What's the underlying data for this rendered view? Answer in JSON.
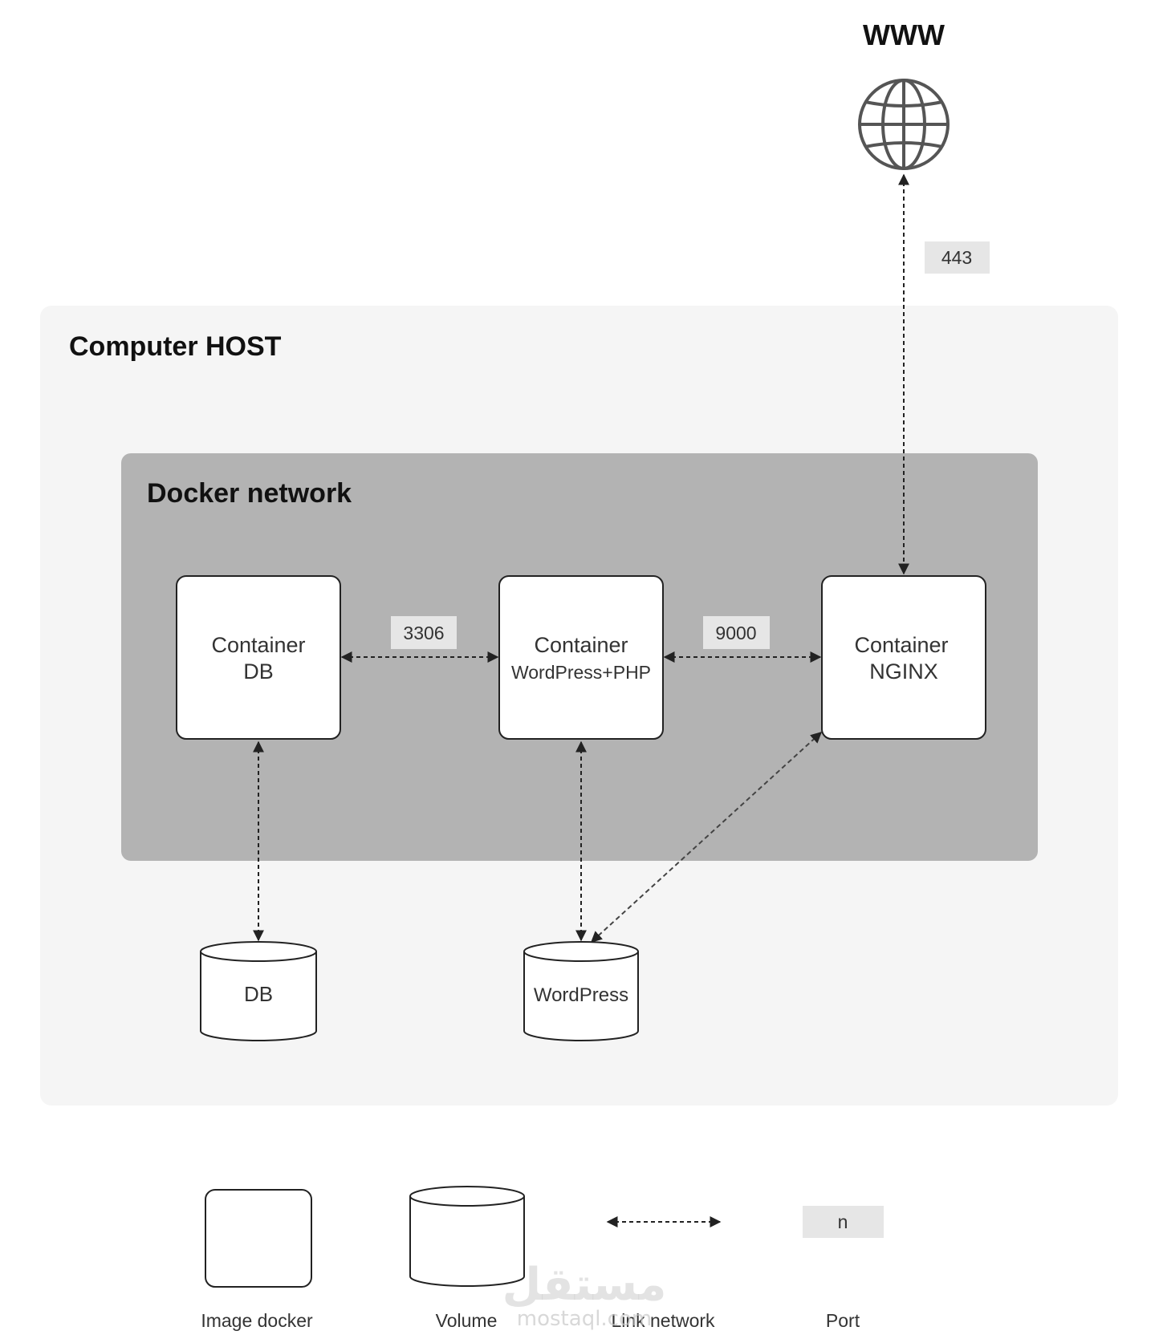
{
  "internet": {
    "title": "WWW",
    "icon": "globe-icon"
  },
  "host": {
    "title": "Computer HOST"
  },
  "network": {
    "title": "Docker network"
  },
  "containers": [
    {
      "line1": "Container",
      "line2": "DB"
    },
    {
      "line1": "Container",
      "line2": "WordPress+PHP"
    },
    {
      "line1": "Container",
      "line2": "NGINX"
    }
  ],
  "volumes": [
    {
      "label": "DB"
    },
    {
      "label": "WordPress"
    }
  ],
  "ports": {
    "https": "443",
    "db": "3306",
    "php": "9000"
  },
  "legend": {
    "image_label": "Image docker",
    "volume_label": "Volume",
    "link_label": "Link network",
    "port_label": "Port",
    "port_sample": "n"
  },
  "watermark": {
    "arabic": "مستقل",
    "latin": "mostaql.com"
  },
  "colors": {
    "host_bg": "#f5f5f5",
    "network_bg": "#b3b3b3",
    "port_bg": "#e6e6e6"
  }
}
